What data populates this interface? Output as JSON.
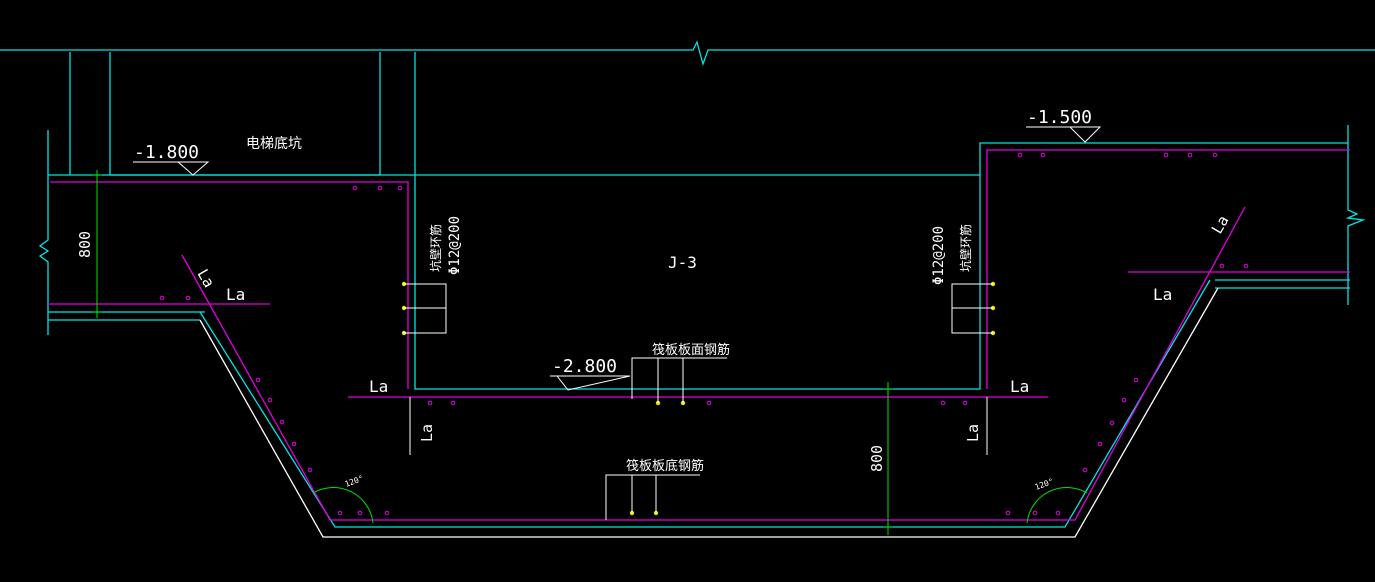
{
  "colors": {
    "background": "#000000",
    "concrete_outline": "#00e5e5",
    "rebar": "#e000e0",
    "dimension": "#00e000",
    "cover_line": "#ffffff",
    "text": "#ffffff"
  },
  "labels": {
    "elevator_pit": "电梯底坑",
    "elev_top_left": "-1.800",
    "elev_top_right": "-1.500",
    "elev_bottom": "-2.800",
    "pile_cap": "J-3",
    "dim_800_left": "800",
    "dim_800_right": "800",
    "la": "La",
    "rebar_spec_left": "Φ12@200",
    "rebar_spec_right": "Φ12@200",
    "ring_bar_left": "坑壁环筋",
    "ring_bar_right": "坑壁环筋",
    "raft_top_bar": "筏板板面钢筋",
    "raft_bottom_bar": "筏板板底钢筋",
    "angle_left": "120°",
    "angle_right": "120°"
  }
}
